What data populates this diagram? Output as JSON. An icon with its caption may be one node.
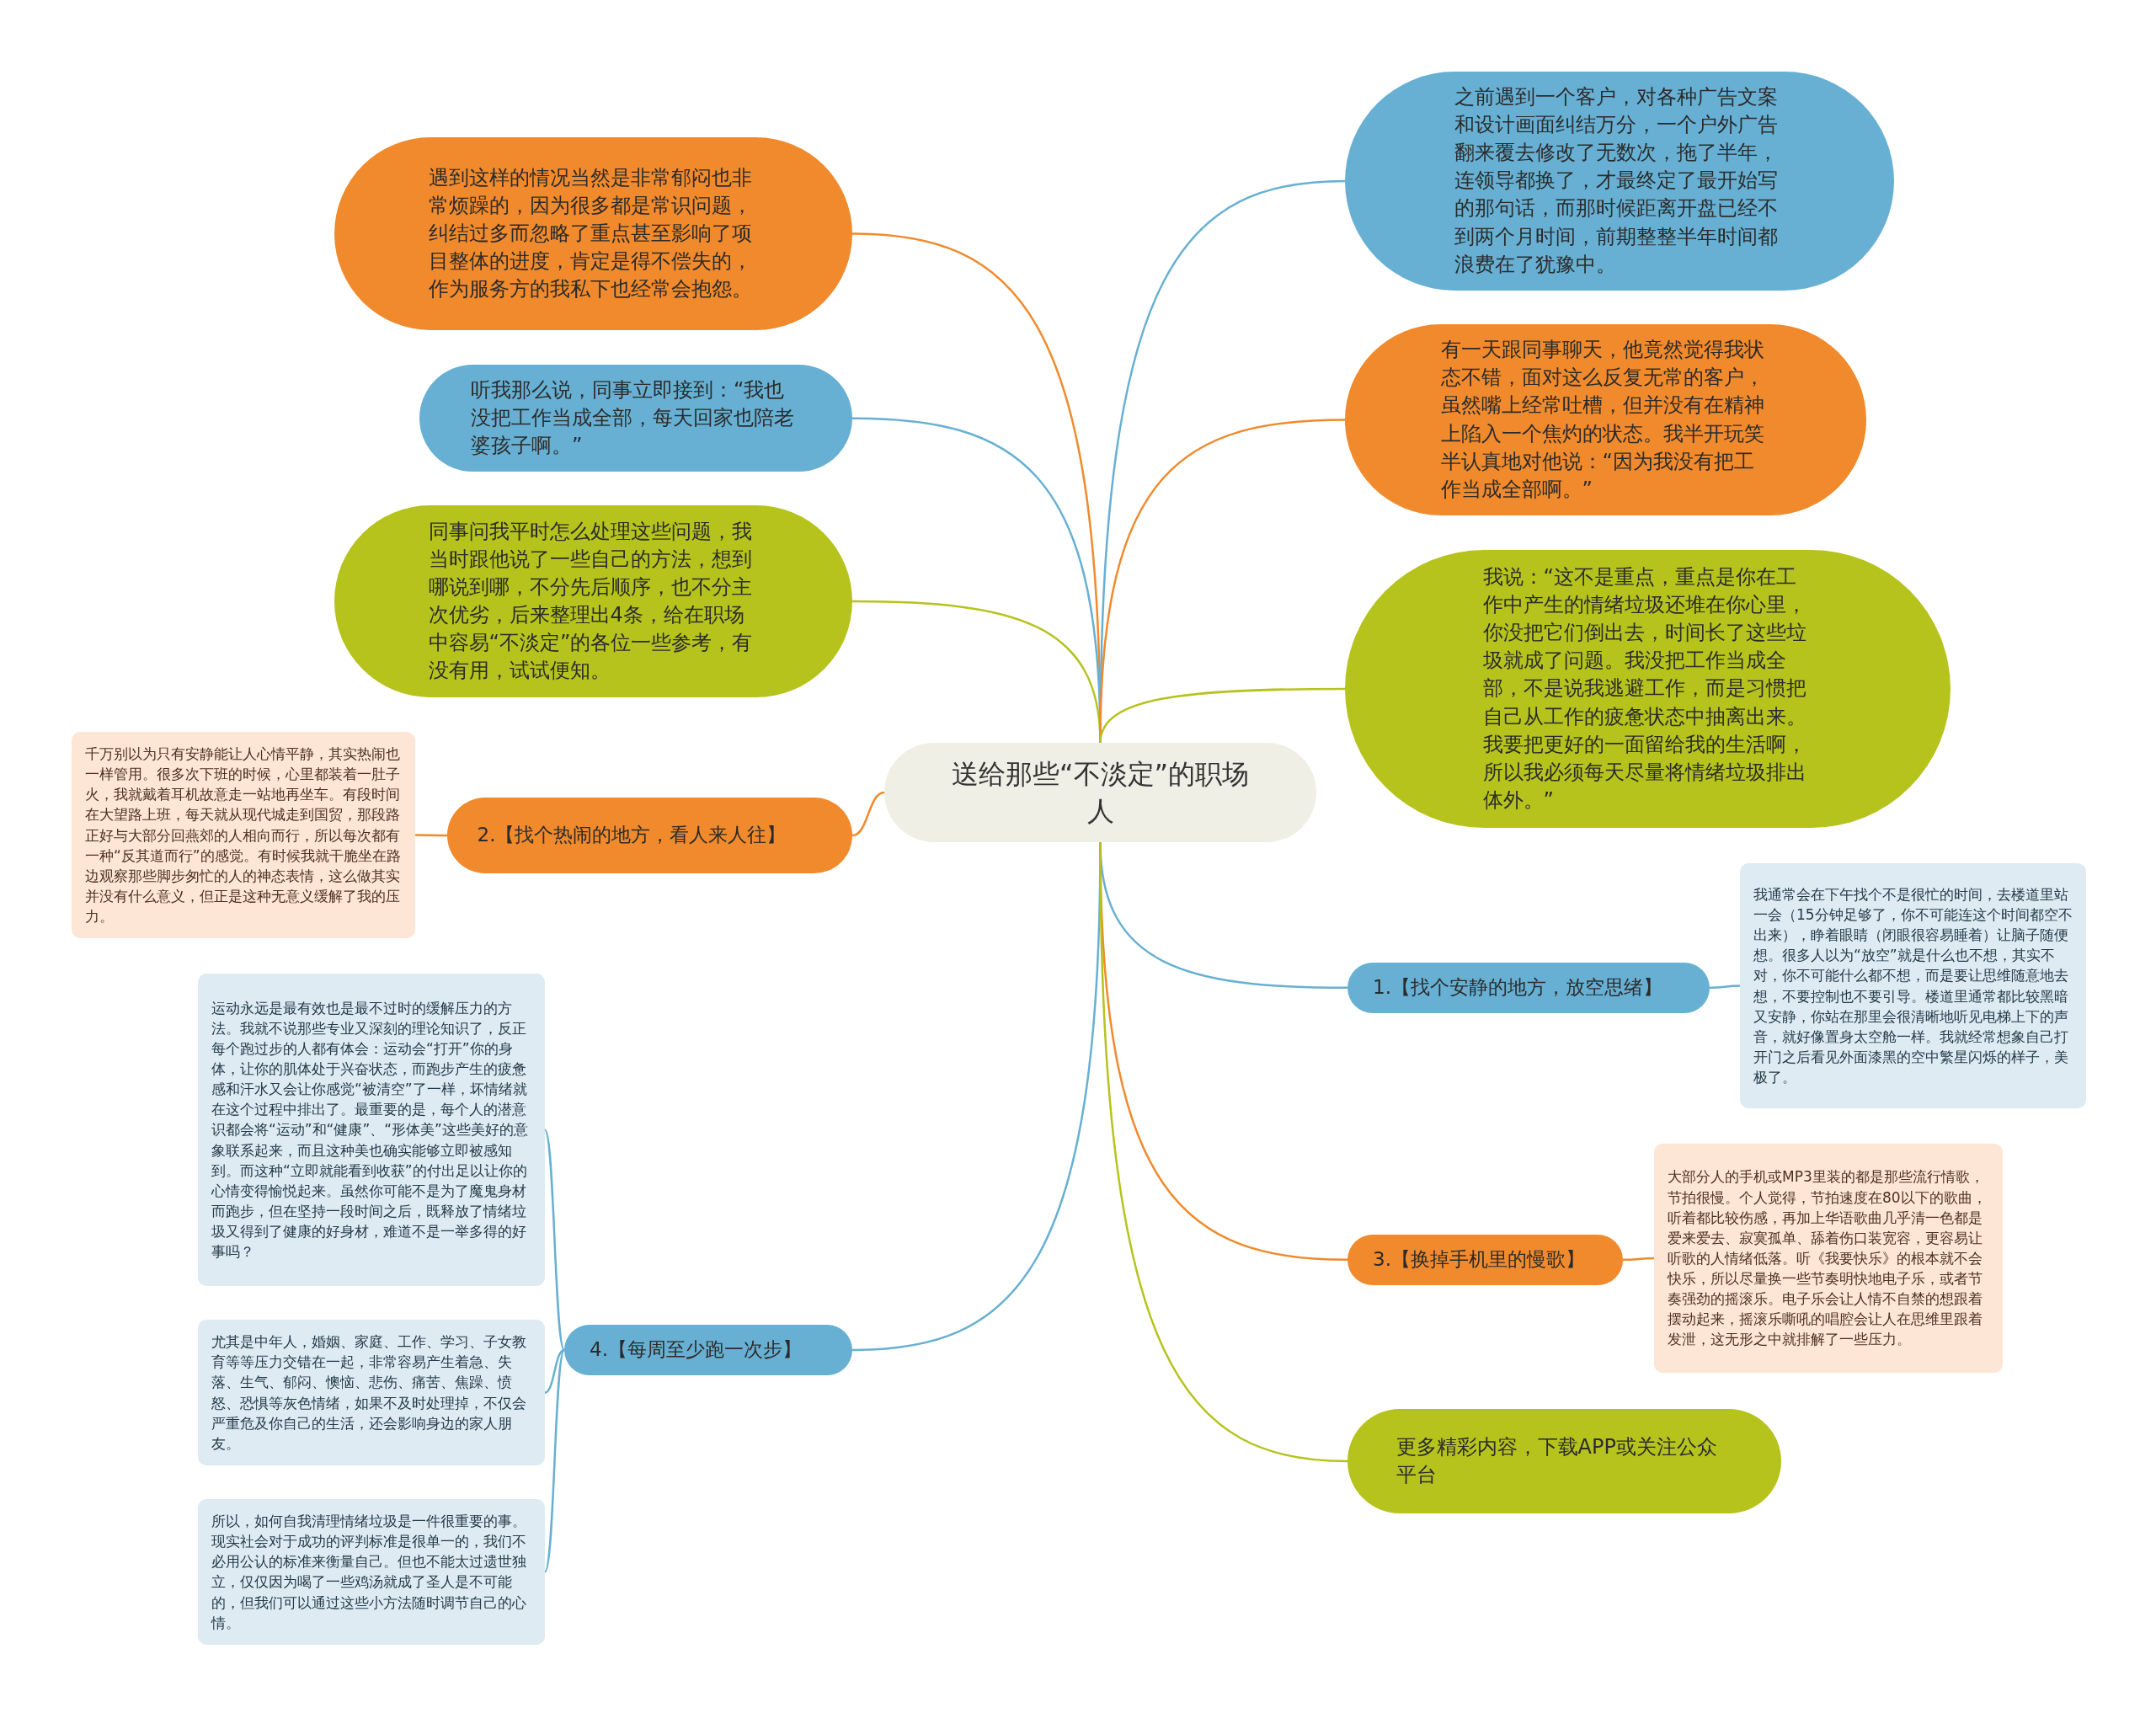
{
  "diagram": {
    "nodes": [
      {
        "text": [
          "送给那些“不淡定”的职场人"
        ]
      },
      {
        "text": [
          "遇到这样的情况当然是非常郁闷也非常烦躁的，因为很多都是常识问题，纠结过多而忽略了重点甚至影响了项目整体的进度，肯定是得不偿失的，作为服务方的我私下也经常会抱怨。"
        ]
      },
      {
        "text": [
          "听我那么说，同事立即接到：“我也没把工作当成全部，每天回家也陪老婆孩子啊。”"
        ]
      },
      {
        "text": [
          "同事问我平时怎么处理这些问题，我当时跟他说了一些自己的方法，想到哪说到哪，不分先后顺序，也不分主次优劣，后来整理出4条，给在职场中容易“不淡定”的各位一些参考，有没有用，试试便知。"
        ]
      },
      {
        "text": [
          "2.【找个热闹的地方，看人来人往】"
        ]
      },
      {
        "text": [
          "千万别以为只有安静能让人心情平静，其实热闹也一样管用。很多次下班的时候，心里都装着一肚子火，我就戴着耳机故意走一站地再坐车。有段时间在大望路上班，每天就从现代城走到国贸，那段路正好与大部分回燕郊的人相向而行，所以每次都有一种“反其道而行”的感觉。有时候我就干脆坐在路边观察那些脚步匆忙的人的神态表情，这么做其实并没有什么意义，但正是这种无意义缓解了我的压力。"
        ]
      },
      {
        "text": [
          "4.【每周至少跑一次步】"
        ]
      },
      {
        "text": [
          "运动永远是最有效也是最不过时的缓解压力的方法。我就不说那些专业又深刻的理论知识了，反正每个跑过步的人都有体会：运动会“打开”你的身体，让你的肌体处于兴奋状态，而跑步产生的疲惫感和汗水又会让你感觉“被清空”了一样，坏情绪就在这个过程中排出了。最重要的是，每个人的潜意识都会将“运动”和“健康”、“形体美”这些美好的意象联系起来，而且这种美也确实能够立即被感知到。而这种“立即就能看到收获”的付出足以让你的心情变得愉悦起来。虽然你可能不是为了魔鬼身材而跑步，但在坚持一段时间之后，既释放了情绪垃圾又得到了健康的好身材，难道不是一举多得的好事吗？"
        ]
      },
      {
        "text": [
          "尤其是中年人，婚姻、家庭、工作、学习、子女教育等等压力交错在一起，非常容易产生着急、失落、生气、郁闷、懊恼、悲伤、痛苦、焦躁、愤怒、恐惧等灰色情绪，如果不及时处理掉，不仅会严重危及你自己的生活，还会影响身边的家人朋友。"
        ]
      },
      {
        "text": [
          "所以，如何自我清理情绪垃圾是一件很重要的事。现实社会对于成功的评判标准是很单一的，我们不必用公认的标准来衡量自己。但也不能太过遗世独立，仅仅因为喝了一些鸡汤就成了圣人是不可能的，但我们可以通过这些小方法随时调节自己的心情。"
        ]
      },
      {
        "text": [
          "之前遇到一个客户，对各种广告文案和设计画面纠结万分，一个户外广告翻来覆去修改了无数次，拖了半年，连领导都换了，才最终定了最开始写的那句话，而那时候距离开盘已经不到两个月时间，前期整整半年时间都浪费在了犹豫中。"
        ]
      },
      {
        "text": [
          "有一天跟同事聊天，他竟然觉得我状态不错，面对这么反复无常的客户，虽然嘴上经常吐槽，但并没有在精神上陷入一个焦灼的状态。我半开玩笑半认真地对他说：“因为我没有把工作当成全部啊。”"
        ]
      },
      {
        "text": [
          "我说：“这不是重点，重点是你在工作中产生的情绪垃圾还堆在你心里，你没把它们倒出去，时间长了这些垃圾就成了问题。我没把工作当成全部，不是说我逃避工作，而是习惯把自己从工作的疲惫状态中抽离出来。我要把更好的一面留给我的生活啊，所以我必须每天尽量将情绪垃圾排出体外。”"
        ]
      },
      {
        "text": [
          "1.【找个安静的地方，放空思绪】"
        ]
      },
      {
        "text": [
          "我通常会在下午找个不是很忙的时间，去楼道里站一会（15分钟足够了，你不可能连这个时间都空不出来），睁着眼睛（闭眼很容易睡着）让脑子随便想。很多人以为“放空”就是什么也不想，其实不对，你不可能什么都不想，而是要让思维随意地去想，不要控制也不要引导。楼道里通常都比较黑暗又安静，你站在那里会很清晰地听见电梯上下的声音，就好像置身太空舱一样。我就经常想象自己打开门之后看见外面漆黑的空中繁星闪烁的样子，美极了。"
        ]
      },
      {
        "text": [
          "3.【换掉手机里的慢歌】"
        ]
      },
      {
        "text": [
          "大部分人的手机或MP3里装的都是那些流行情歌，节拍很慢。个人觉得，节拍速度在80以下的歌曲，听着都比较伤感，再加上华语歌曲几乎清一色都是爱来爱去、寂寞孤单、舔着伤口装宽容，更容易让听歌的人情绪低落。听《我要快乐》的根本就不会快乐，所以尽量换一些节奏明快地电子乐，或者节奏强劲的摇滚乐。电子乐会让人情不自禁的想跟着摆动起来，摇滚乐嘶吼的唱腔会让人在思维里跟着发泄，这无形之中就排解了一些压力。"
        ]
      },
      {
        "text": [
          "更多精彩内容，下载APP或关注公众平台"
        ]
      }
    ],
    "edges": [
      {
        "from": 0,
        "to": 1,
        "arrow": "none",
        "color": "#f08a2c"
      },
      {
        "from": 0,
        "to": 2,
        "arrow": "none"
      },
      {
        "from": 0,
        "to": 3,
        "arrow": "none",
        "color": "#b6c31d"
      },
      {
        "from": 0,
        "to": 4,
        "arrow": "none",
        "color": "#f08a2c"
      },
      {
        "from": 4,
        "to": 5,
        "arrow": "none",
        "color": "#f08a2c"
      },
      {
        "from": 0,
        "to": 6,
        "arrow": "none"
      },
      {
        "from": 6,
        "to": 7,
        "arrow": "none"
      },
      {
        "from": 6,
        "to": 8,
        "arrow": "none"
      },
      {
        "from": 6,
        "to": 9,
        "arrow": "none"
      },
      {
        "from": 0,
        "to": 10,
        "arrow": "none"
      },
      {
        "from": 0,
        "to": 11,
        "arrow": "none",
        "color": "#f08a2c"
      },
      {
        "from": 0,
        "to": 12,
        "arrow": "none",
        "color": "#b6c31d"
      },
      {
        "from": 0,
        "to": 13,
        "arrow": "none"
      },
      {
        "from": 13,
        "to": 14,
        "arrow": "none"
      },
      {
        "from": 0,
        "to": 15,
        "arrow": "none",
        "color": "#f08a2c"
      },
      {
        "from": 15,
        "to": 16,
        "arrow": "none",
        "color": "#f08a2c"
      },
      {
        "from": 0,
        "to": 17,
        "arrow": "none",
        "color": "#b6c31d"
      }
    ]
  }
}
